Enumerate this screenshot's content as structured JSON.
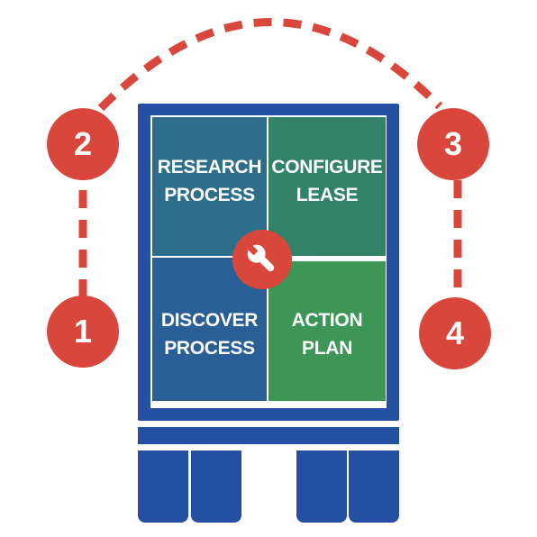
{
  "colors": {
    "frame": "#2350a3",
    "accent": "#d9473c",
    "research": "#2d6f8a",
    "configure": "#328268",
    "discover": "#2a5e96",
    "action": "#3d9556"
  },
  "quadrants": {
    "research": "RESEARCH\nPROCESS",
    "configure": "CONFIGURE\nLEASE",
    "discover": "DISCOVER\nPROCESS",
    "action": "ACTION\nPLAN"
  },
  "center_icon": "wrench-icon",
  "steps": {
    "one": "1",
    "two": "2",
    "three": "3",
    "four": "4"
  }
}
